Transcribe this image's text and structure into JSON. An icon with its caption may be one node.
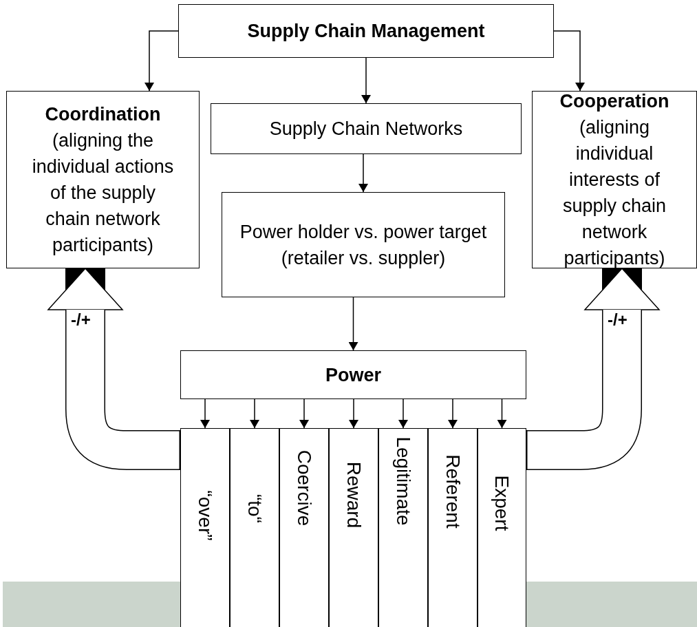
{
  "diagram": {
    "nodes": [
      {
        "text": [
          "Supply Chain Management"
        ]
      },
      {
        "text": [
          "Coordination",
          "(aligning the individual actions of the supply chain network participants)"
        ]
      },
      {
        "text": [
          "Supply Chain Networks"
        ]
      },
      {
        "text": [
          "Cooperation",
          "(aligning individual interests of supply chain network participants)"
        ]
      },
      {
        "text": [
          "Power holder vs. power target (retailer vs. suppler)"
        ]
      },
      {
        "text": [
          "Power"
        ]
      },
      {
        "text": [
          "“over”"
        ]
      },
      {
        "text": [
          "“to“"
        ]
      },
      {
        "text": [
          "Coercive"
        ]
      },
      {
        "text": [
          "Reward"
        ]
      },
      {
        "text": [
          "Legitimate"
        ]
      },
      {
        "text": [
          "Referent"
        ]
      },
      {
        "text": [
          "Expert"
        ]
      }
    ],
    "edges": [
      {
        "from": 0,
        "to": 1,
        "arrow": "to"
      },
      {
        "from": 0,
        "to": 2,
        "arrow": "to"
      },
      {
        "from": 0,
        "to": 3,
        "arrow": "to"
      },
      {
        "from": 2,
        "to": 4,
        "arrow": "to"
      },
      {
        "from": 4,
        "to": 5,
        "arrow": "to"
      },
      {
        "from": 5,
        "to": 6,
        "arrow": "to"
      },
      {
        "from": 5,
        "to": 7,
        "arrow": "to"
      },
      {
        "from": 5,
        "to": 8,
        "arrow": "to"
      },
      {
        "from": 5,
        "to": 9,
        "arrow": "to"
      },
      {
        "from": 5,
        "to": 10,
        "arrow": "to"
      },
      {
        "from": 5,
        "to": 11,
        "arrow": "to"
      },
      {
        "from": 5,
        "to": 12,
        "arrow": "to"
      },
      {
        "from": 6,
        "to": 1,
        "arrow": "to",
        "label": "-/+",
        "style": "thick"
      },
      {
        "from": 12,
        "to": 3,
        "arrow": "to",
        "label": "-/+",
        "style": "thick"
      }
    ]
  }
}
